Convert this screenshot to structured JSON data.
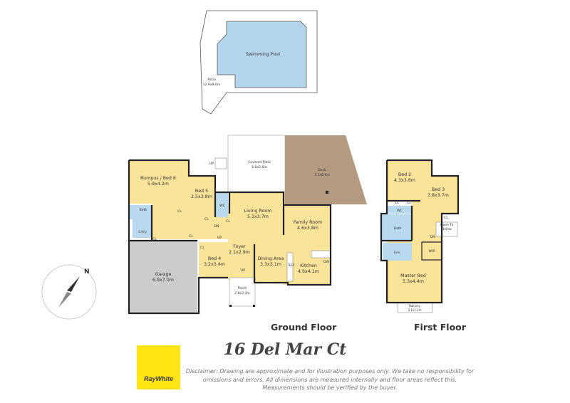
{
  "title": "16 Del Mar Ct",
  "brand": {
    "name": "RayWhite",
    "color": "#ffe512"
  },
  "disclaimer": [
    "Disclaimer: Drawing are approximate and for illustration purposes only. We take no responsibility for",
    "omissions and errors. All dimensions are measured internally and floor areas reflect this.",
    "Measurements should be verified by the buyer."
  ],
  "colors": {
    "room": "#f9e49a",
    "wet_area": "#b9d9ee",
    "garage": "#cccccc",
    "deck": "#b39a80",
    "pool": "#b3d6ee"
  },
  "outdoor": {
    "pool": "Swimming Pool",
    "patio": {
      "name": "Patio",
      "size": "12.9x9.6m"
    }
  },
  "ground_floor": {
    "label": "Ground Floor",
    "rooms": {
      "covered_patio": {
        "name": "Covered Patio",
        "size": "5.6x5.6m"
      },
      "deck": {
        "name": "Deck",
        "size": "7.1x6.9m"
      },
      "rumpus": {
        "name": "Rumpus / Bed 6",
        "size": "5.9x4.2m"
      },
      "bed5": {
        "name": "Bed 5",
        "size": "2.5x3.8m"
      },
      "wc": {
        "name": "WC"
      },
      "living": {
        "name": "Living Room",
        "size": "5.1x3.7m"
      },
      "family": {
        "name": "Family Room",
        "size": "4.6x3.8m"
      },
      "bath": {
        "name": "Bath"
      },
      "laundry": {
        "name": "L'dry"
      },
      "garage": {
        "name": "Garage",
        "size": "6.9x7.0m"
      },
      "bed4": {
        "name": "Bed 4",
        "size": "3.2x3.4m"
      },
      "foyer": {
        "name": "Foyer",
        "size": "2.1x2.9m"
      },
      "dining": {
        "name": "Dining Area",
        "size": "3.3x3.1m"
      },
      "kitchen": {
        "name": "Kitchen",
        "size": "4.6x4.1m"
      },
      "porch": {
        "name": "Porch",
        "size": "2.8x3.3m"
      }
    },
    "small_labels": {
      "cl": "CL",
      "up": "UP",
      "dn": "DN",
      "ref": "REF",
      "dw": "DW"
    }
  },
  "first_floor": {
    "label": "First Floor",
    "rooms": {
      "bed2": {
        "name": "Bed 2",
        "size": "4.3x3.6m"
      },
      "bed3": {
        "name": "Bed 3",
        "size": "3.8x3.7m"
      },
      "wc": {
        "name": "WC"
      },
      "bath": {
        "name": "Bath"
      },
      "ens": {
        "name": "Ens"
      },
      "wir": {
        "name": "WIR"
      },
      "master": {
        "name": "Master Bed",
        "size": "5.3x4.4m"
      },
      "balcony": {
        "name": "Balcony",
        "size": "3.1x1.1m"
      },
      "open": {
        "name": "Open To",
        "name2": "Below"
      }
    },
    "small_labels": {
      "cl": "CL",
      "dn": "DN"
    }
  },
  "compass": {
    "north": "N"
  }
}
